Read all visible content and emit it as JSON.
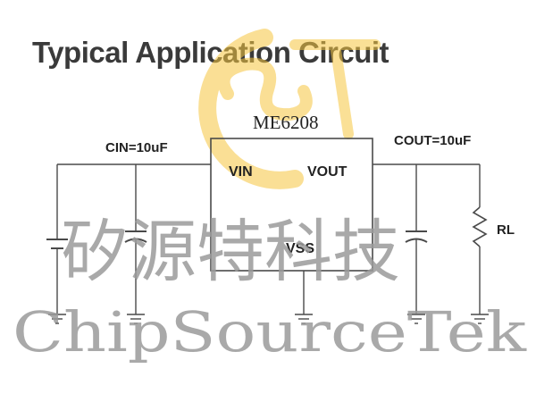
{
  "title": "Typical Application Circuit",
  "ic": {
    "part_number": "ME6208",
    "pin_in": "VIN",
    "pin_out": "VOUT",
    "pin_gnd": "VSS"
  },
  "components": {
    "cin": "CIN=10uF",
    "cout": "COUT=10uF",
    "load": "RL"
  },
  "watermark": {
    "chinese": "矽源特科技",
    "latin": "ChipSourceTek",
    "logo_text": "CST",
    "logo_color": "#f6c640",
    "text_color": "#9a9a9a"
  },
  "colors": {
    "wire": "#4a4a4a",
    "text": "#222222"
  }
}
